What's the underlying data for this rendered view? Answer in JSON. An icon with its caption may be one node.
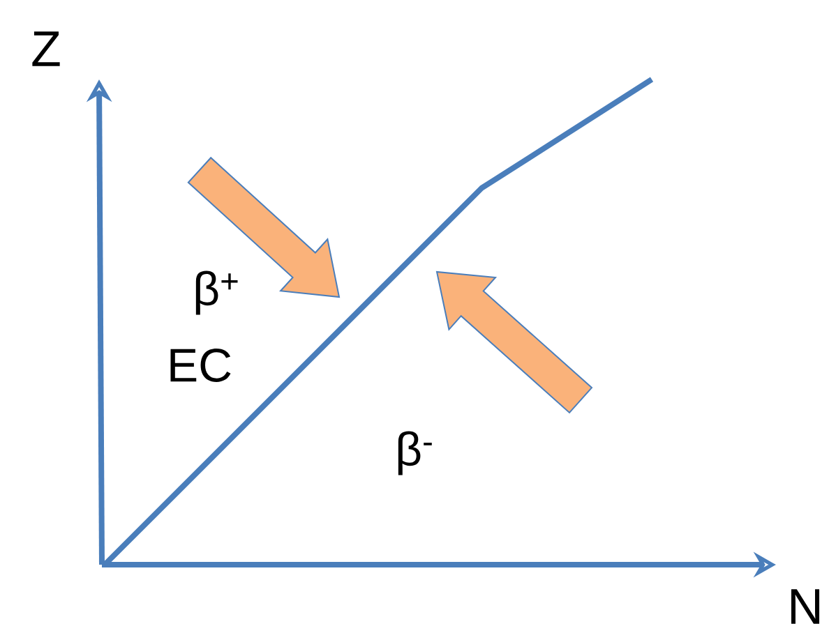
{
  "diagram": {
    "labels": [
      "Z",
      "N",
      "β$^{+}$",
      "EC",
      "β$^{-}$"
    ]
  }
}
